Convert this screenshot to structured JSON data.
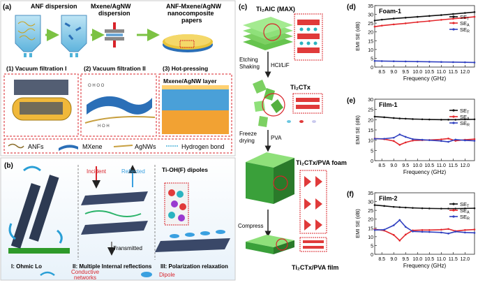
{
  "panel_a": {
    "label": "(a)",
    "title_dispersion": "ANF dispersion",
    "title_mxene_1": "Mxene/AgNW",
    "title_mxene_2": "dispersion",
    "title_paper_1": "ANF-Mxene/AgNW",
    "title_paper_2": "nanocomposite",
    "title_paper_3": "papers",
    "step1": "(1) Vacuum filtration I",
    "step2": "(2) Vacuum filtration II",
    "step3": "(3) Hot-pressing",
    "layer_label": "Mxene/AgNW layer",
    "legend": [
      "ANFs",
      "MXene",
      "AgNWs",
      "Hydrogen bond"
    ],
    "colors": {
      "liquid": "#7fc8e8",
      "mxene": "#2b6fb7",
      "agnw": "#8a6d2a",
      "hbond": "#4fb3d9",
      "accent": "#d8232a"
    }
  },
  "panel_b": {
    "label": "(b)",
    "incident": "Incident",
    "reflected": "Reflected",
    "transmitted": "Transmitted",
    "dipoles": "Ti-OH(F) dipoles",
    "caption1": "I: Ohmic Lo",
    "caption2": "II: Multiple Internal reflections",
    "caption3": "III: Polarization relaxation",
    "legend_networks_1": "Conductive",
    "legend_networks_2": "networks",
    "legend_dipole": "Dipole"
  },
  "panel_c": {
    "label": "(c)",
    "max_phase": "Ti₂AlC (MAX)",
    "etching_1": "Etching",
    "etching_2": "Shaking",
    "reagent": "HCl/LiF",
    "mxene": "Ti₂CTx",
    "freeze_1": "Freeze",
    "freeze_2": "drying",
    "pva": "PVA",
    "foam": "Ti₂CTx/PVA foam",
    "compress": "Compress",
    "film": "Ti₂CTx/PVA film"
  },
  "chart_data": [
    {
      "type": "line",
      "panel": "(d)",
      "title": "Foam-1",
      "xlabel": "Frequency (GHz)",
      "ylabel": "EMI SE (dB)",
      "xlim": [
        8.2,
        12.4
      ],
      "ylim": [
        0,
        35
      ],
      "xticks": [
        8.5,
        9.0,
        9.5,
        10.0,
        10.5,
        11.0,
        11.5,
        12.0
      ],
      "yticks": [
        0,
        5,
        10,
        15,
        20,
        25,
        30,
        35
      ],
      "x": [
        8.2,
        8.5,
        9.0,
        9.5,
        10.0,
        10.5,
        11.0,
        11.5,
        12.0,
        12.4
      ],
      "series": [
        {
          "name": "SET",
          "color": "#111111",
          "values": [
            26.5,
            27.0,
            27.6,
            28.1,
            28.6,
            29.1,
            29.6,
            30.2,
            30.8,
            31.3
          ]
        },
        {
          "name": "SEA",
          "color": "#e3262b",
          "values": [
            23.0,
            23.6,
            24.3,
            24.9,
            25.6,
            26.2,
            26.9,
            27.5,
            28.1,
            28.6
          ]
        },
        {
          "name": "SER",
          "color": "#3040c0",
          "values": [
            3.5,
            3.4,
            3.3,
            3.2,
            3.1,
            3.0,
            2.9,
            2.8,
            2.7,
            2.6
          ]
        }
      ],
      "legend": "right",
      "grid": false
    },
    {
      "type": "line",
      "panel": "(e)",
      "title": "Film-1",
      "xlabel": "Frequency (GHz)",
      "ylabel": "EMI SE (dB)",
      "xlim": [
        8.2,
        12.4
      ],
      "ylim": [
        0,
        30
      ],
      "xticks": [
        8.5,
        9.0,
        9.5,
        10.0,
        10.5,
        11.0,
        11.5,
        12.0
      ],
      "yticks": [
        0,
        5,
        10,
        15,
        20,
        25,
        30
      ],
      "x": [
        8.2,
        8.6,
        9.0,
        9.25,
        9.5,
        9.8,
        10.2,
        10.5,
        11.0,
        11.3,
        11.6,
        12.0,
        12.4
      ],
      "series": [
        {
          "name": "SET",
          "color": "#111111",
          "values": [
            21.5,
            21.2,
            20.8,
            20.6,
            20.5,
            20.3,
            20.2,
            20.1,
            20.0,
            20.0,
            20.0,
            20.1,
            20.2
          ]
        },
        {
          "name": "SEA",
          "color": "#e3262b",
          "values": [
            10.8,
            10.5,
            9.6,
            7.7,
            8.9,
            9.8,
            10.0,
            10.1,
            10.4,
            10.8,
            9.7,
            10.2,
            10.5
          ]
        },
        {
          "name": "SER",
          "color": "#3040c0",
          "values": [
            10.7,
            10.7,
            11.2,
            12.8,
            11.6,
            10.5,
            10.2,
            10.0,
            9.6,
            9.2,
            10.3,
            9.9,
            9.7
          ]
        }
      ],
      "legend": "right",
      "grid": false
    },
    {
      "type": "line",
      "panel": "(f)",
      "title": "Film-2",
      "xlabel": "Frequency (GHz)",
      "ylabel": "EMI SE (dB)",
      "xlim": [
        8.2,
        12.4
      ],
      "ylim": [
        0,
        35
      ],
      "xticks": [
        8.5,
        9.0,
        9.5,
        10.0,
        10.5,
        11.0,
        11.5,
        12.0
      ],
      "yticks": [
        0,
        5,
        10,
        15,
        20,
        25,
        30,
        35
      ],
      "x": [
        8.2,
        8.6,
        9.0,
        9.25,
        9.5,
        9.8,
        10.2,
        10.5,
        11.0,
        11.3,
        11.6,
        12.0,
        12.4
      ],
      "series": [
        {
          "name": "SET",
          "color": "#111111",
          "values": [
            28.0,
            27.5,
            27.0,
            26.8,
            26.6,
            26.4,
            26.2,
            26.1,
            26.0,
            26.0,
            26.0,
            26.1,
            26.2
          ]
        },
        {
          "name": "SEA",
          "color": "#e3262b",
          "values": [
            14.2,
            13.5,
            11.0,
            7.8,
            11.2,
            13.6,
            13.8,
            13.8,
            14.0,
            14.4,
            13.2,
            13.8,
            14.1
          ]
        },
        {
          "name": "SER",
          "color": "#3040c0",
          "values": [
            13.8,
            14.0,
            16.5,
            19.5,
            15.6,
            13.0,
            12.8,
            12.7,
            12.4,
            11.8,
            12.9,
            12.4,
            12.2
          ]
        }
      ],
      "legend": "right",
      "grid": false
    }
  ]
}
